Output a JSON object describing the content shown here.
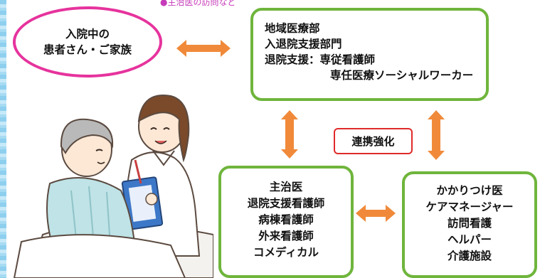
{
  "header_fragment": "●主治医の訪問など",
  "patient": {
    "line1": "入院中の",
    "line2": "患者さん・ご家族"
  },
  "regional_dept": {
    "line1": "地域医療部",
    "line2": "入退院支援部門",
    "line3": "退院支援：専従看護師",
    "line4": "専任医療ソーシャルワーカー"
  },
  "hospital_team": [
    "主治医",
    "退院支援看護師",
    "病棟看護師",
    "外来看護師",
    "コメディカル"
  ],
  "community_team": [
    "かかりつけ医",
    "ケアマネージャー",
    "訪問看護",
    "ヘルパー",
    "介護施設"
  ],
  "cooperation_label": "連携強化",
  "colors": {
    "patient_border": "#e6339d",
    "box_border": "#6fb53c",
    "arrow": "#f08a3a",
    "badge_border": "#e02a2a"
  }
}
